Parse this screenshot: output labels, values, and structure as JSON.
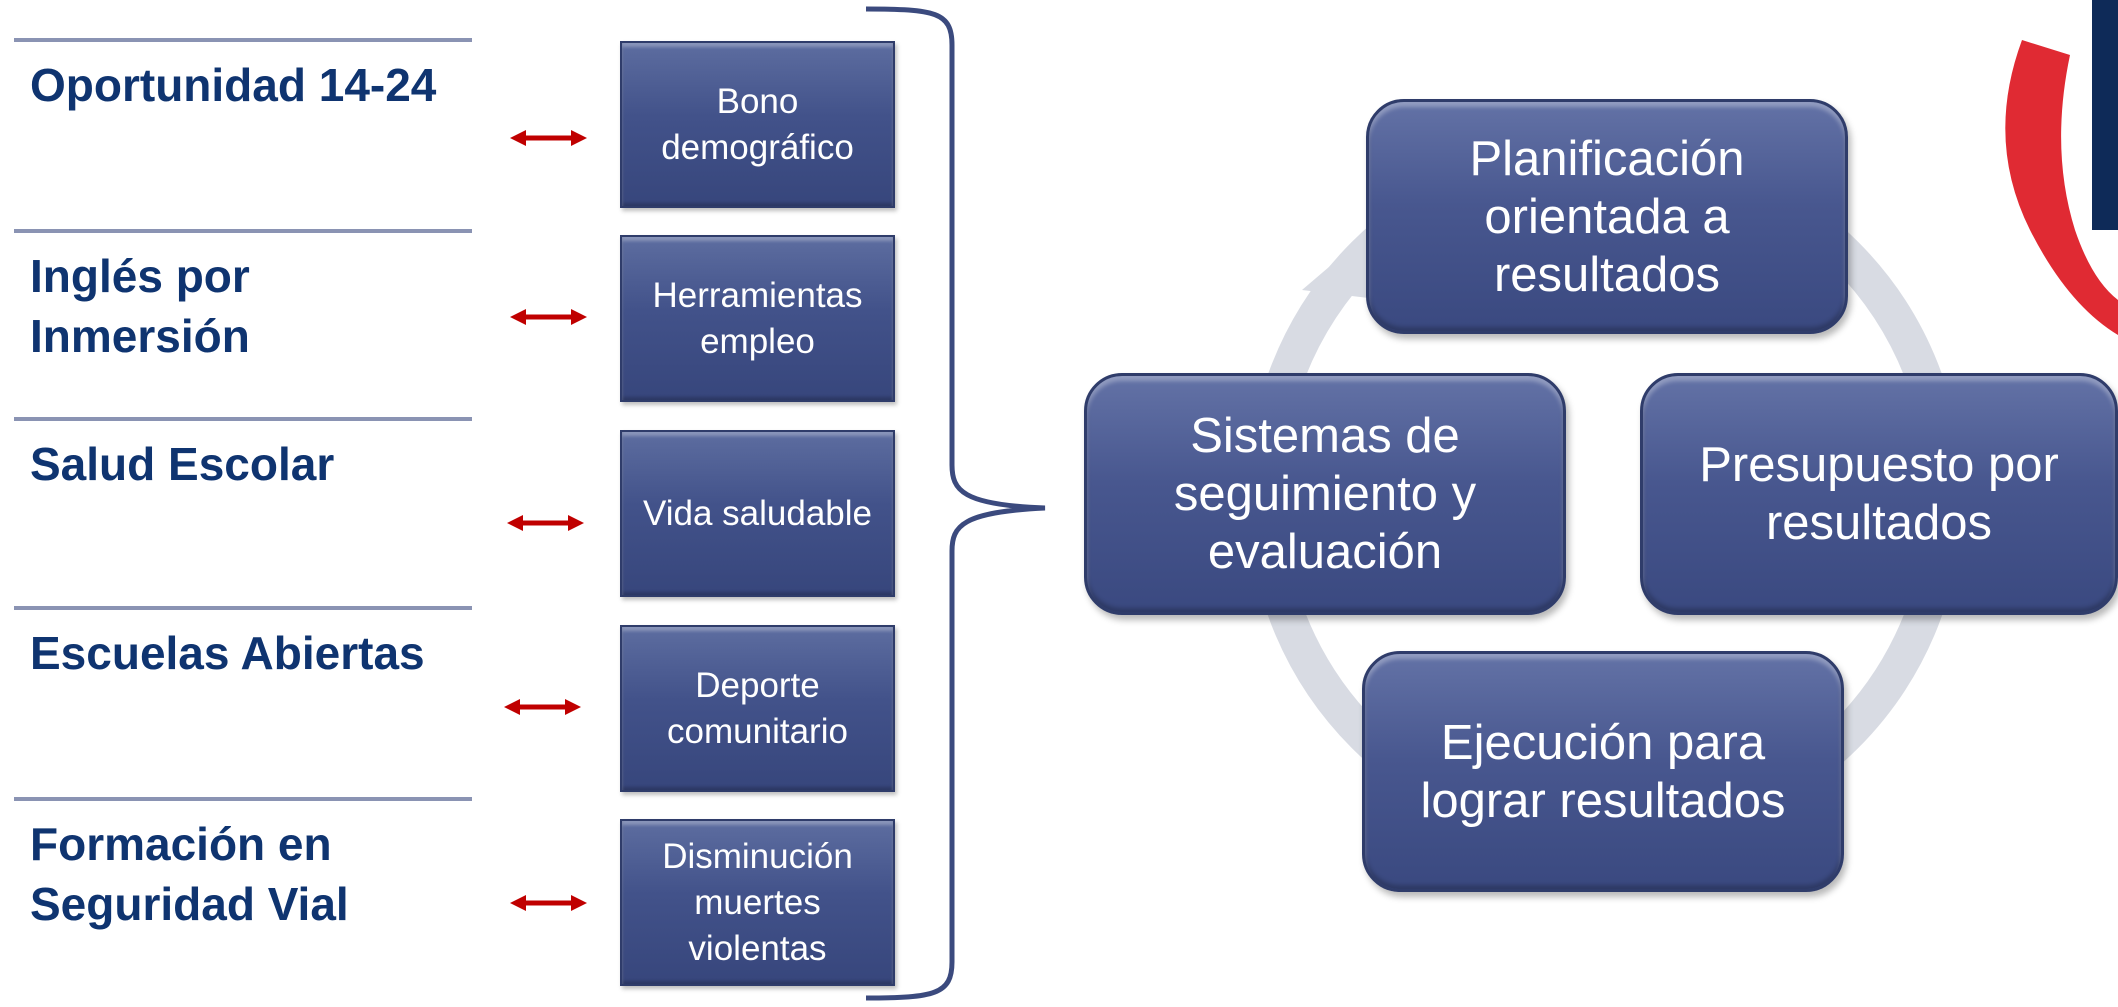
{
  "programs": [
    {
      "label": "Oportunidad 14-24"
    },
    {
      "label": "Inglés por Inmersión"
    },
    {
      "label": "Salud Escolar"
    },
    {
      "label": "Escuelas Abiertas"
    },
    {
      "label": "Formación en Seguridad Vial"
    }
  ],
  "components": [
    {
      "label": "Bono demográfico"
    },
    {
      "label": "Herramientas empleo"
    },
    {
      "label": "Vida saludable"
    },
    {
      "label": "Deporte comunitario"
    },
    {
      "label": "Disminución muertes violentas"
    }
  ],
  "cycle": {
    "top": "Planificación orientada a resultados",
    "right": "Presupuesto por resultados",
    "bottom": "Ejecución para lograr resultados",
    "left": "Sistemas de seguimiento y evaluación"
  },
  "colors": {
    "program_text": "#0f3470",
    "box_fill": "#44548b",
    "arrow": "#c00000",
    "brace": "#3b4a7e",
    "logo_red": "#e02a33",
    "logo_navy": "#0e2a58",
    "cycle_arrow": "#d8dbe3"
  }
}
